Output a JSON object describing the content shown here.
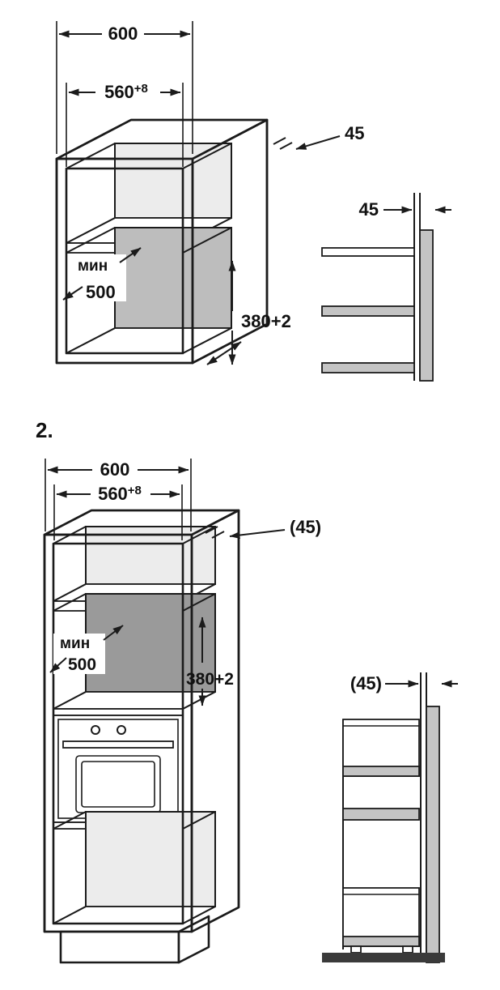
{
  "figure1": {
    "dim_width_total": "600",
    "dim_width_inner": "560",
    "dim_width_inner_tol": "+8",
    "dim_rear_gap": "45",
    "dim_min_label": "мин",
    "dim_min_depth": "500",
    "dim_niche_height": "380",
    "dim_niche_height_tol": "+2",
    "side_view_gap": "45"
  },
  "figure2": {
    "label": "2.",
    "dim_width_total": "600",
    "dim_width_inner": "560",
    "dim_width_inner_tol": "+8",
    "dim_rear_gap": "(45)",
    "dim_min_label": "мин",
    "dim_min_depth": "500",
    "dim_niche_height": "380",
    "dim_niche_height_tol": "+2",
    "side_view_gap": "(45)"
  }
}
